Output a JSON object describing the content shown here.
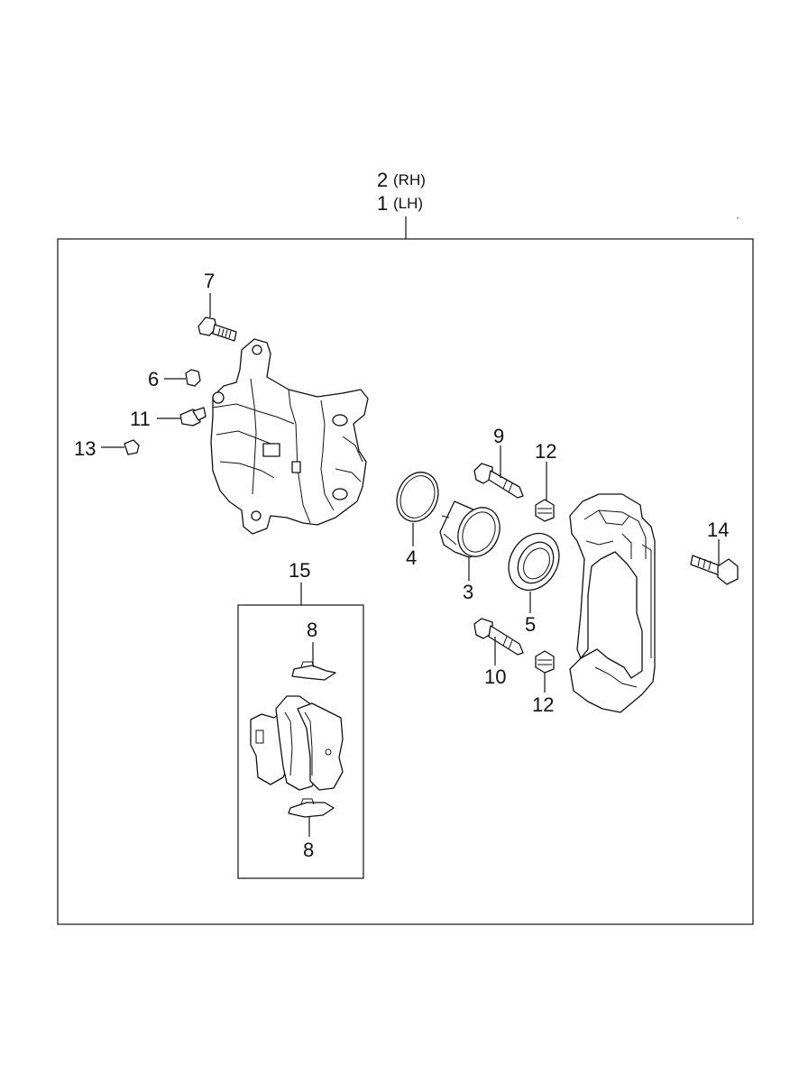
{
  "assembly": {
    "rh_number": "2",
    "rh_side": "(RH)",
    "lh_number": "1",
    "lh_side": "(LH)"
  },
  "callouts": {
    "c7": "7",
    "c6": "6",
    "c11": "11",
    "c13": "13",
    "c9": "9",
    "c12_top": "12",
    "c14": "14",
    "c4": "4",
    "c3": "3",
    "c5": "5",
    "c10": "10",
    "c12_bottom": "12",
    "c15": "15",
    "c8_top": "8",
    "c8_bottom": "8"
  }
}
